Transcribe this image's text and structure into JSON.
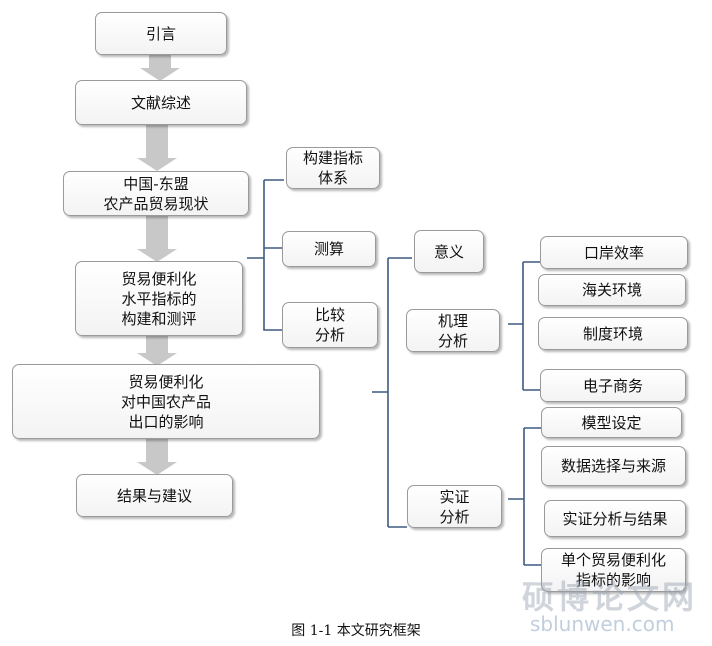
{
  "boxes": {
    "intro": "引言",
    "review": "文献综述",
    "status": "中国-东盟\n农产品贸易现状",
    "index": "贸易便利化\n水平指标的\n构建和测评",
    "impact": "贸易便利化\n对中国农产品\n出口的影响",
    "conclusion": "结果与建议",
    "build_index": "构建指标\n体系",
    "measure": "测算",
    "compare": "比较\n分析",
    "meaning": "意义",
    "mechanism": "机理\n分析",
    "empirical": "实证\n分析",
    "port_eff": "口岸效率",
    "customs": "海关环境",
    "institution": "制度环境",
    "ecommerce": "电子商务",
    "model": "模型设定",
    "data": "数据选择与来源",
    "results": "实证分析与结果",
    "single": "单个贸易便利化\n指标的影响"
  },
  "caption": "图 1-1    本文研究框架",
  "watermark": {
    "chinese": "硕博论文网",
    "url": "sblunwen.com"
  },
  "colors": {
    "bracket_line": "#3d5a80",
    "arrow_fill": "#c8c8c8",
    "box_border": "#9a9a9a"
  }
}
